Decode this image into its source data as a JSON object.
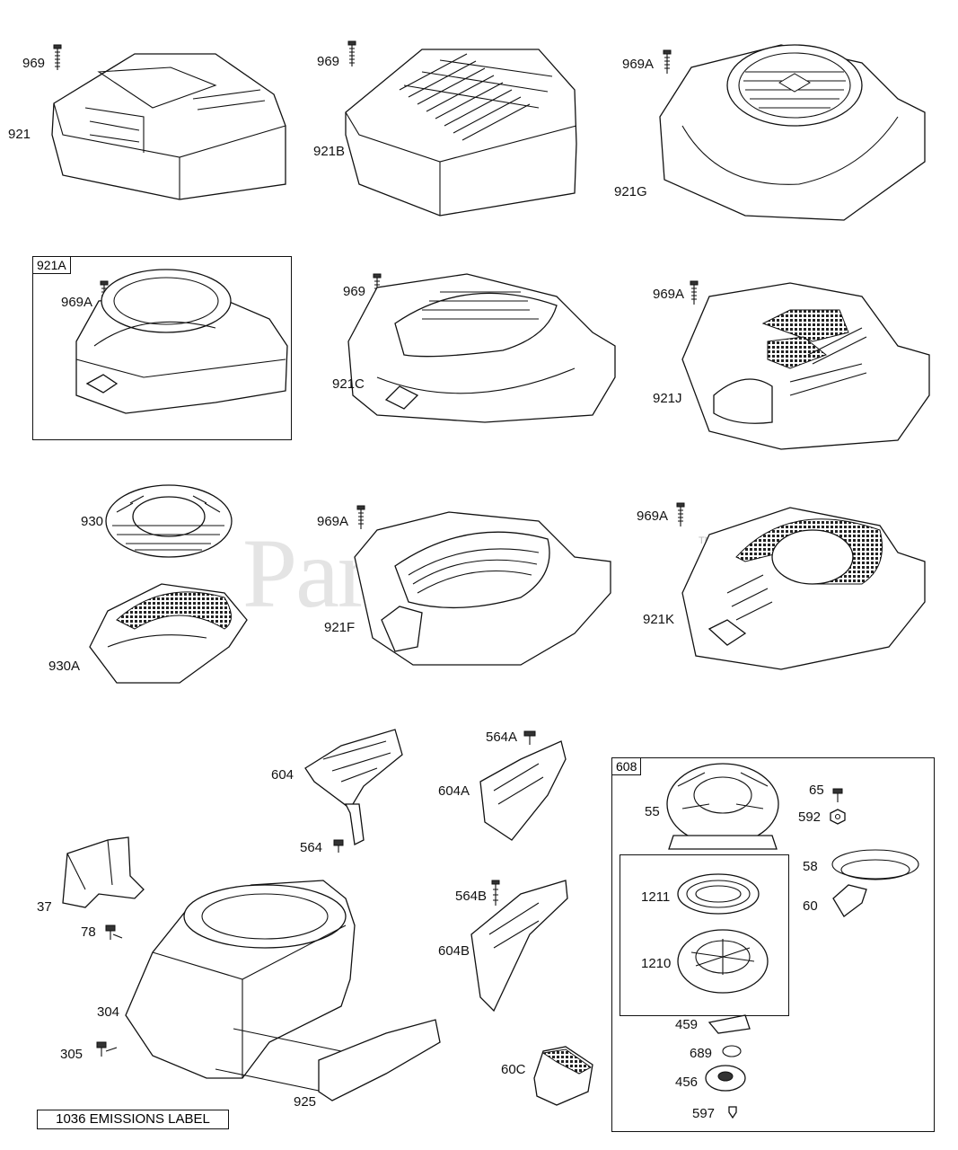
{
  "watermark": {
    "text": "PartsTree",
    "trademark": "TM"
  },
  "emissions_label": "1036 EMISSIONS LABEL",
  "boxes": {
    "b921A": "921A",
    "b608": "608"
  },
  "labels": {
    "l969_1": "969",
    "l921": "921",
    "l969_2": "969",
    "l921B": "921B",
    "l969A_1": "969A",
    "l921G": "921G",
    "l969A_2": "969A",
    "l969_3": "969",
    "l921C": "921C",
    "l969A_3": "969A",
    "l921J": "921J",
    "l930": "930",
    "l930A": "930A",
    "l969A_4": "969A",
    "l921F": "921F",
    "l969A_5": "969A",
    "l921K": "921K",
    "l604": "604",
    "l564": "564",
    "l564A": "564A",
    "l604A": "604A",
    "l564B": "564B",
    "l604B": "604B",
    "l37": "37",
    "l78": "78",
    "l304": "304",
    "l305": "305",
    "l925": "925",
    "l60C": "60C",
    "l55": "55",
    "l65": "65",
    "l592": "592",
    "l58": "58",
    "l60": "60",
    "l1211": "1211",
    "l1210": "1210",
    "l459": "459",
    "l689": "689",
    "l456": "456",
    "l597": "597"
  }
}
